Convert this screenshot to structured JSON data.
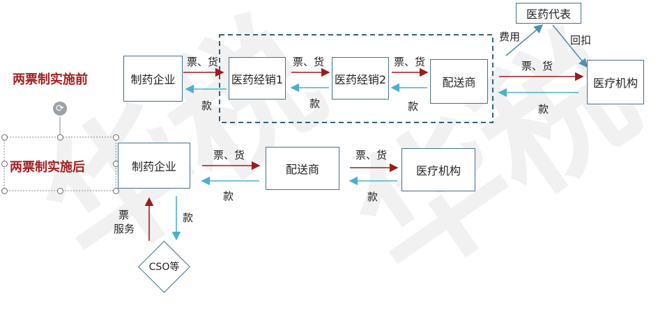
{
  "watermark": "华税",
  "before": {
    "title": "两票制实施前",
    "nodes": {
      "manufacturer": "制药企业",
      "dist1": "医药经销1",
      "dist2": "医药经销2",
      "deliverer": "配送商",
      "rep": "医药代表",
      "hospital": "医疗机构"
    },
    "labels": {
      "ticket_goods": "票、货",
      "payment": "款",
      "fee": "费用",
      "rebate": "回扣"
    }
  },
  "after": {
    "title": "两票制实施后",
    "nodes": {
      "manufacturer": "制药企业",
      "deliverer": "配送商",
      "hospital": "医疗机构",
      "cso": "CSO等"
    },
    "labels": {
      "ticket_goods": "票、货",
      "payment": "款",
      "ticket": "票",
      "service": "服务"
    }
  },
  "colors": {
    "forward_arrow": "#9b1c1c",
    "return_arrow": "#4ab0d0",
    "box_border": "#3f6f8f",
    "dashed_group": "#2d5f84",
    "title": "#a61f1f"
  }
}
